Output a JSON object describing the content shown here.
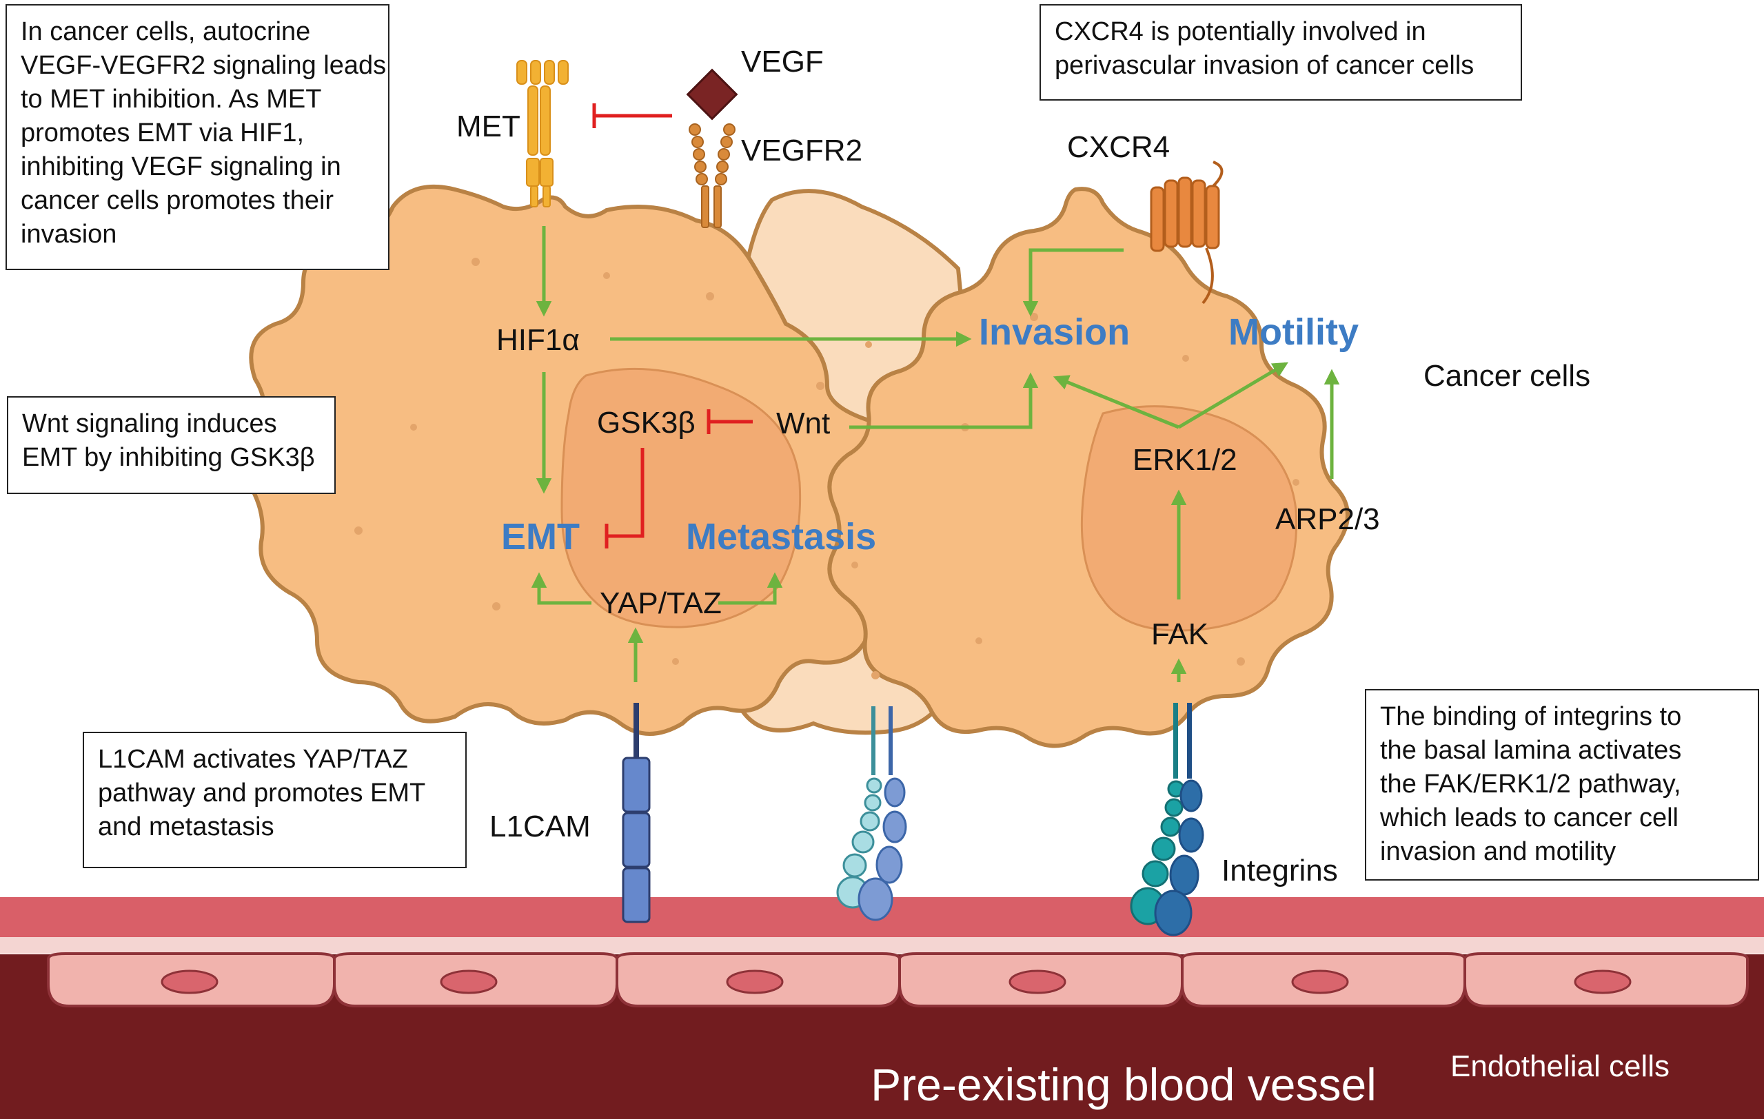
{
  "notes": {
    "met_vegf": [
      "In cancer cells, autocrine",
      "VEGF-VEGFR2 signaling leads",
      "to MET inhibition. As MET",
      "promotes EMT via HIF1,",
      "inhibiting VEGF signaling in",
      "cancer cells promotes their",
      "invasion"
    ],
    "cxcr4": [
      "CXCR4 is potentially involved in",
      "perivascular invasion of cancer cells"
    ],
    "wnt": [
      "Wnt signaling induces",
      "EMT by inhibiting GSK3β"
    ],
    "l1cam": [
      "L1CAM activates YAP/TAZ",
      "pathway and promotes EMT",
      "and metastasis"
    ],
    "integrins": [
      "The binding of integrins to",
      "the basal lamina activates",
      "the FAK/ERK1/2 pathway,",
      "which leads to cancer cell",
      "invasion and motility"
    ]
  },
  "labels": {
    "met": "MET",
    "vegf": "VEGF",
    "vegfr2": "VEGFR2",
    "cxcr4": "CXCR4",
    "hif1a": "HIF1α",
    "gsk3b": "GSK3β",
    "wnt": "Wnt",
    "yap_taz": "YAP/TAZ",
    "erk": "ERK1/2",
    "arp": "ARP2/3",
    "fak": "FAK",
    "l1cam": "L1CAM",
    "integrins": "Integrins",
    "cancer_cells": "Cancer cells",
    "endothelial_cells": "Endothelial cells",
    "blood_vessel": "Pre-existing blood vessel"
  },
  "processes": {
    "emt": "EMT",
    "metastasis": "Metastasis",
    "invasion": "Invasion",
    "motility": "Motility"
  },
  "colors": {
    "cell_fill": "#f7bd82",
    "cell_outline": "#b98245",
    "nucleus_fill": "#f2ab73",
    "activation_arrow": "#6db33f",
    "inhibition": "#e02020",
    "process_text": "#3d7cc4",
    "vessel_wall": "#d95f68",
    "vessel_lumen": "#721c1f",
    "endothelial_cell": "#f1b3ad"
  }
}
